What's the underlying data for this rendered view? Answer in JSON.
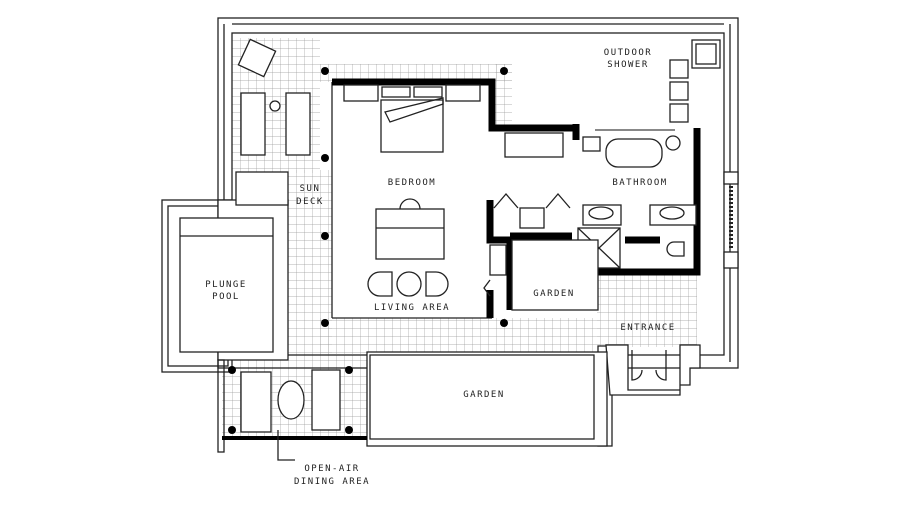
{
  "plan": {
    "labels": {
      "outdoor_shower_1": "OUTDOOR",
      "outdoor_shower_2": "SHOWER",
      "bedroom": "BEDROOM",
      "bathroom": "BATHROOM",
      "sun_deck_1": "SUN",
      "sun_deck_2": "DECK",
      "plunge_pool_1": "PLUNGE",
      "plunge_pool_2": "POOL",
      "living_area": "LIVING AREA",
      "garden_inner": "GARDEN",
      "entrance": "ENTRANCE",
      "garden_outer": "GARDEN",
      "dining_1": "OPEN-AIR",
      "dining_2": "DINING AREA"
    },
    "colors": {
      "line": "#222222",
      "wall": "#000000",
      "grid": "#999999",
      "background": "#ffffff"
    }
  }
}
